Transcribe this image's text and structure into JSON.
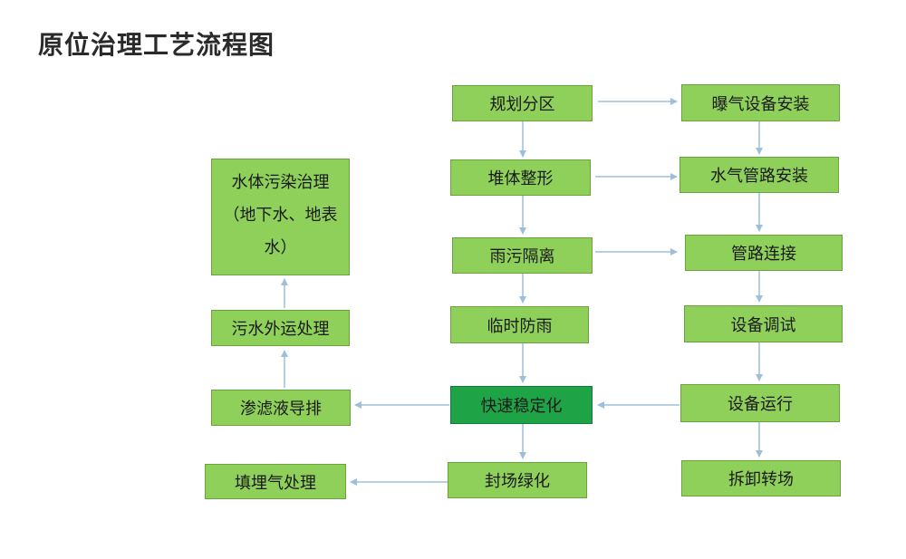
{
  "title": "原位治理工艺流程图",
  "colors": {
    "node_fill": "#8fd05a",
    "node_border": "#6aa23c",
    "highlight_fill": "#1fa347",
    "arrow": "#9fbfd9"
  },
  "nodes": {
    "planning": "规划分区",
    "aeration_install": "曝气设备安装",
    "pile_shaping": "堆体整形",
    "water_air_pipe": "水气管路安装",
    "rain_sewage": "雨污隔离",
    "pipe_connect": "管路连接",
    "temp_rain": "临时防雨",
    "equip_debug": "设备调试",
    "rapid_stabilize": "快速稳定化",
    "equip_run": "设备运行",
    "seal_green": "封场绿化",
    "dismantle": "拆卸转场",
    "water_pollution": "水体污染治理（地下水、地表水）",
    "sewage_transport": "污水外运处理",
    "leachate": "渗滤液导排",
    "landfill_gas": "填埋气处理"
  }
}
